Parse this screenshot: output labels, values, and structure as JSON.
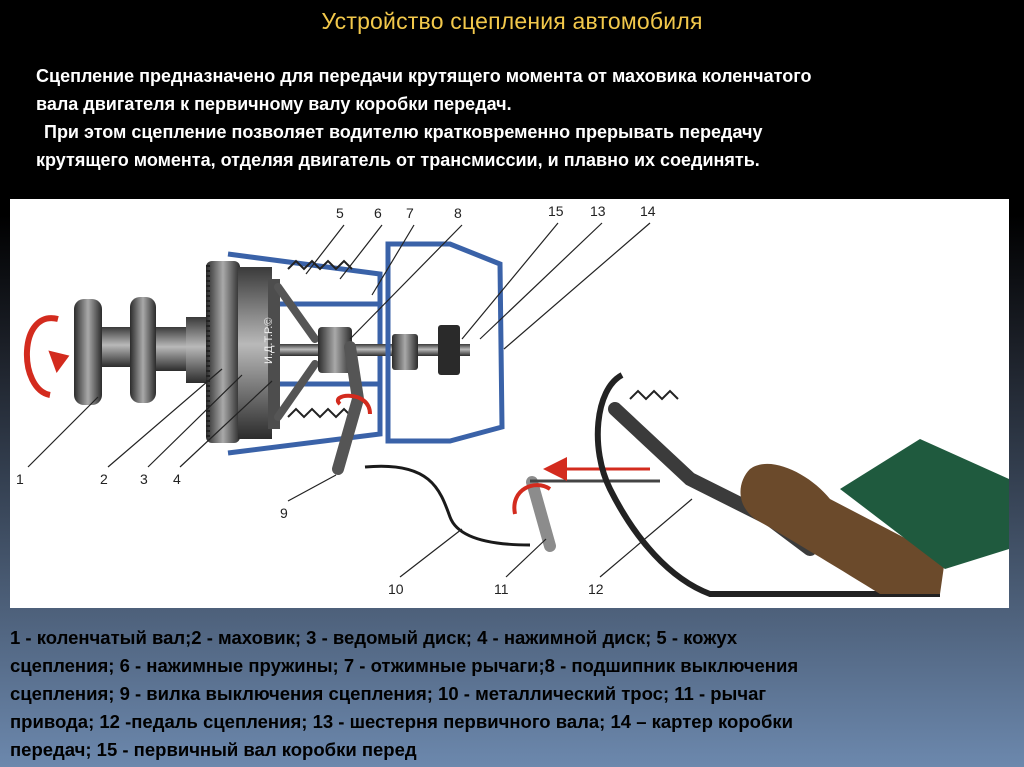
{
  "slide": {
    "title": "Устройство сцепления автомобиля",
    "intro": [
      "Сцепление предназначено для передачи крутящего момента от маховика коленчатого",
      "вала двигателя к первичному валу коробки передач.",
      " При этом сцепление позволяет водителю кратковременно прерывать передачу",
      "крутящего момента, отделяя  двигатель от  трансмиссии, и плавно их соединять."
    ],
    "diagram": {
      "callouts": [
        "1",
        "2",
        "3",
        "4",
        "5",
        "6",
        "7",
        "8",
        "9",
        "10",
        "11",
        "12",
        "13",
        "14",
        "15"
      ],
      "flywheel_marking": "И.Д.Т.Р.©"
    },
    "caption": [
      "1 - коленчатый вал;2 - маховик; 3 - ведомый диск; 4 - нажимной диск; 5 - кожух",
      "сцепления; 6 - нажимные пружины; 7 - отжимные рычаги;8 - подшипник выключения",
      "сцепления; 9 - вилка выключения сцепления; 10 - металлический трос; 11 - рычаг",
      "привода; 12 -педаль сцепления; 13 - шестерня первичного вала; 14 – картер коробки",
      "передач; 15 - первичный вал коробки перед"
    ]
  },
  "colors": {
    "title": "#f2c84b",
    "arrow_red": "#d32b1e",
    "housing_blue": "#3a62a8",
    "shoe_brown": "#6b4a2b",
    "trouser_green": "#1f5a3e"
  }
}
